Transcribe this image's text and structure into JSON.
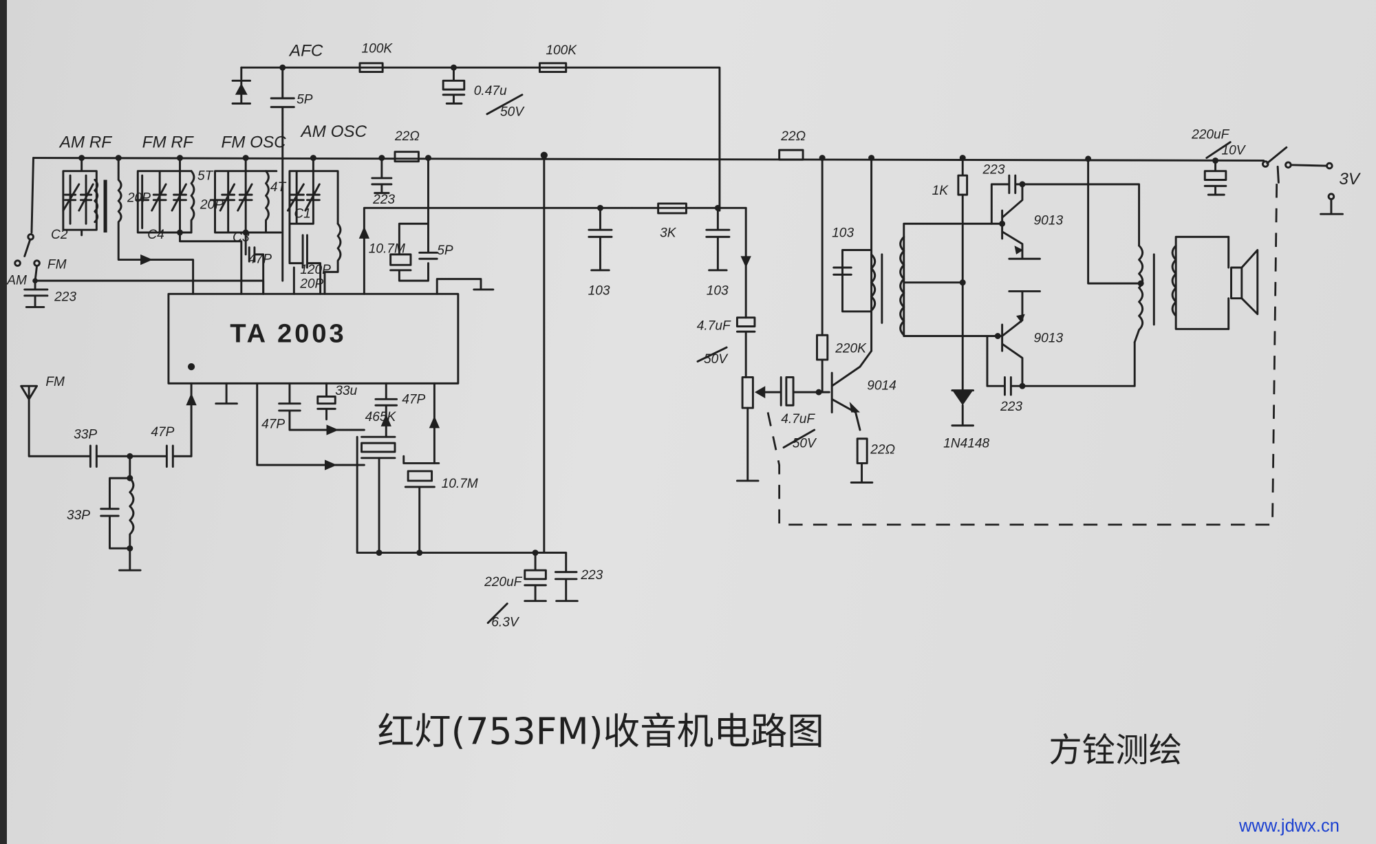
{
  "labels": {
    "afc": "AFC",
    "r100k_1": "100K",
    "r100k_2": "100K",
    "c047": "0.47u",
    "c047_v": "50V",
    "c5p_afc": "5P",
    "am_rf": "AM  RF",
    "fm_rf": "FM RF",
    "fm_osc": "FM OSC",
    "am_osc": "AM OSC",
    "r22_1": "22Ω",
    "c223_1": "223",
    "c2": "C2",
    "c4": "C4",
    "c3": "C3",
    "c1": "C1",
    "c20p_a": "20P",
    "c20p_b": "20P",
    "t5": "5T",
    "t4": "4T",
    "c47p_top": "47P",
    "c120p": "120P",
    "c20p_c": "20P",
    "xtal107": "10.7M",
    "c5p": "5P",
    "fm_sw": "FM",
    "am_sw": "AM",
    "c223_am": "223",
    "ic": "TA 2003",
    "ant_fm": "FM",
    "c33p_1": "33P",
    "c47p_ant": "47P",
    "c33p_2": "33P",
    "c47p_l": "47P",
    "c33u": "33u",
    "c465k": "465K",
    "c47p_r": "47P",
    "xtal107b": "10.7M",
    "c220u": "220uF",
    "c220u_v": "6.3V",
    "c223_b": "223",
    "c103_a": "103",
    "r3k": "3K",
    "c103_b": "103",
    "r22_2": "22Ω",
    "c47u": "4.7uF",
    "c47u_v": "50V",
    "c47u2": "4.7uF",
    "c47u2_v": "50V",
    "c103_c": "103",
    "r220k": "220K",
    "q9014": "9014",
    "r22_3": "22Ω",
    "r1k": "1K",
    "diode": "1N4148",
    "c223_c": "223",
    "q9013a": "9013",
    "q9013b": "9013",
    "c223_d": "223",
    "c220u10": "220uF",
    "c220u10_v": "10V",
    "v3": "3V"
  },
  "title": "红灯(753FM)收音机电路图",
  "author": "方铨测绘",
  "watermark": "www.jdwx.cn"
}
